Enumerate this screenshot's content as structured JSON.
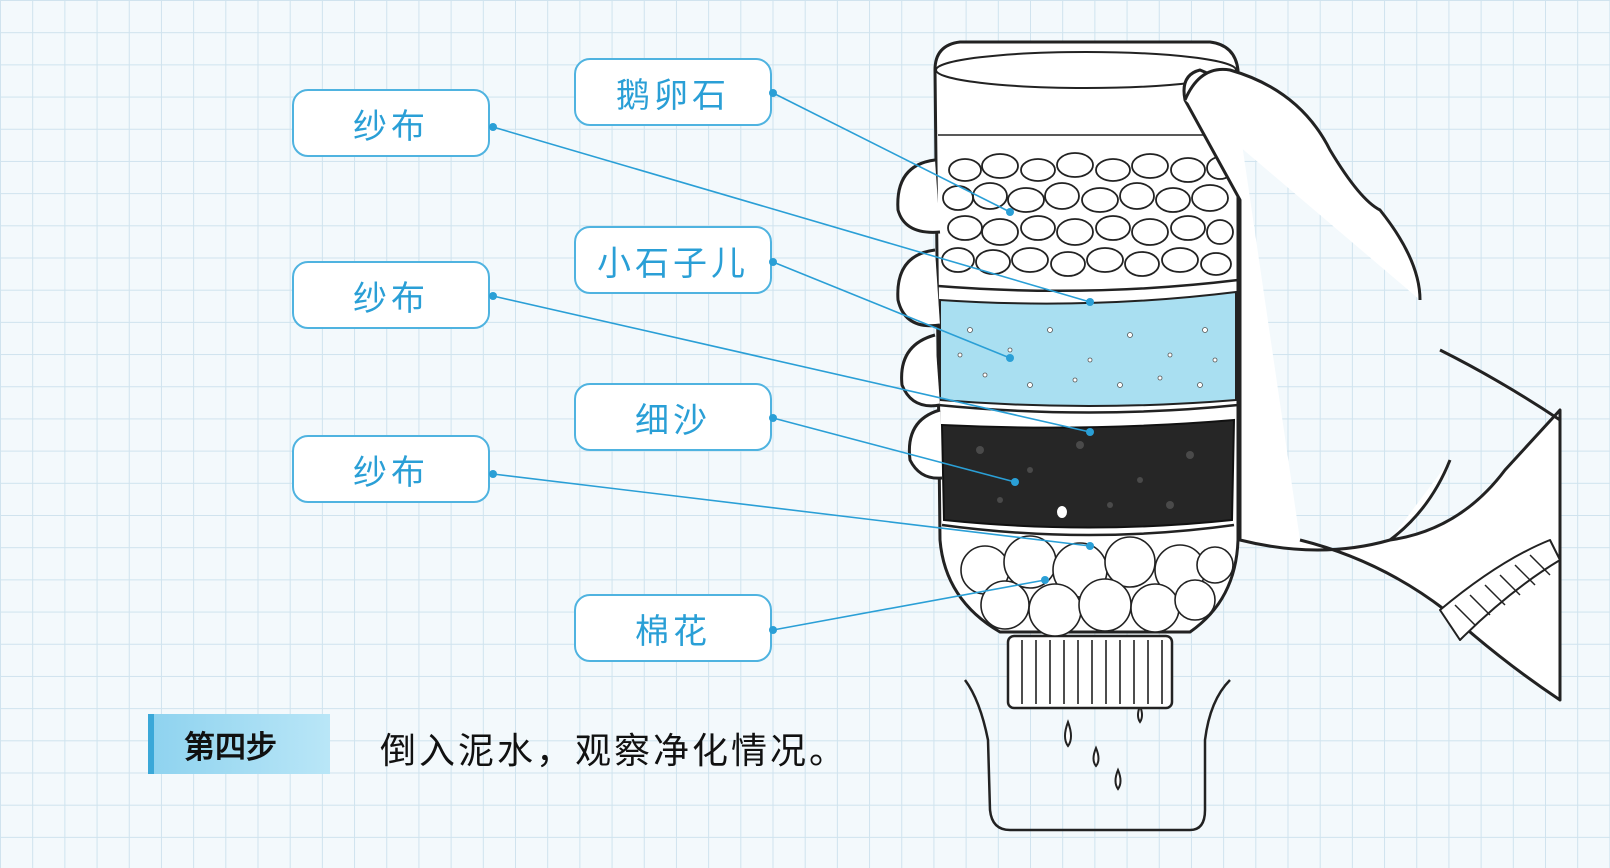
{
  "labels": {
    "pebbles": "鹅卵石",
    "gauze_1": "纱布",
    "small_stones": "小石子儿",
    "gauze_2": "纱布",
    "fine_sand": "细沙",
    "gauze_3": "纱布",
    "cotton": "棉花"
  },
  "step": {
    "tag": "第四步",
    "text": "倒入泥水，观察净化情况。"
  },
  "colors": {
    "accent": "#2a9fd6",
    "sand_layer": "#a9dff1",
    "charcoal_layer": "#262626"
  }
}
